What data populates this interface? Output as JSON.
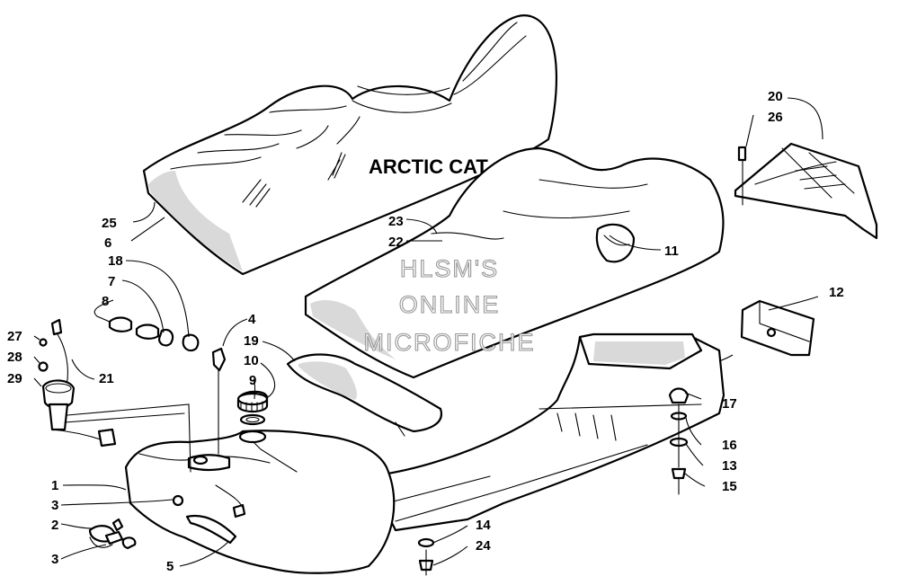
{
  "brand_text": "ARCTIC CAT",
  "watermark": {
    "line1": "HLSM'S",
    "line2": "ONLINE",
    "line3": "MICROFICHE"
  },
  "callouts": {
    "c1": "1",
    "c2": "2",
    "c3a": "3",
    "c3b": "3",
    "c4": "4",
    "c5": "5",
    "c6": "6",
    "c7": "7",
    "c8": "8",
    "c9": "9",
    "c10": "10",
    "c11": "11",
    "c12": "12",
    "c13": "13",
    "c14": "14",
    "c15": "15",
    "c16": "16",
    "c17": "17",
    "c18": "18",
    "c19": "19",
    "c20": "20",
    "c21": "21",
    "c22": "22",
    "c23": "23",
    "c24": "24",
    "c25": "25",
    "c26": "26",
    "c27": "27",
    "c28": "28",
    "c29": "29"
  },
  "colors": {
    "line": "#000000",
    "shading": "#d9d9d9",
    "watermark_outline": "#8c8c8c"
  }
}
